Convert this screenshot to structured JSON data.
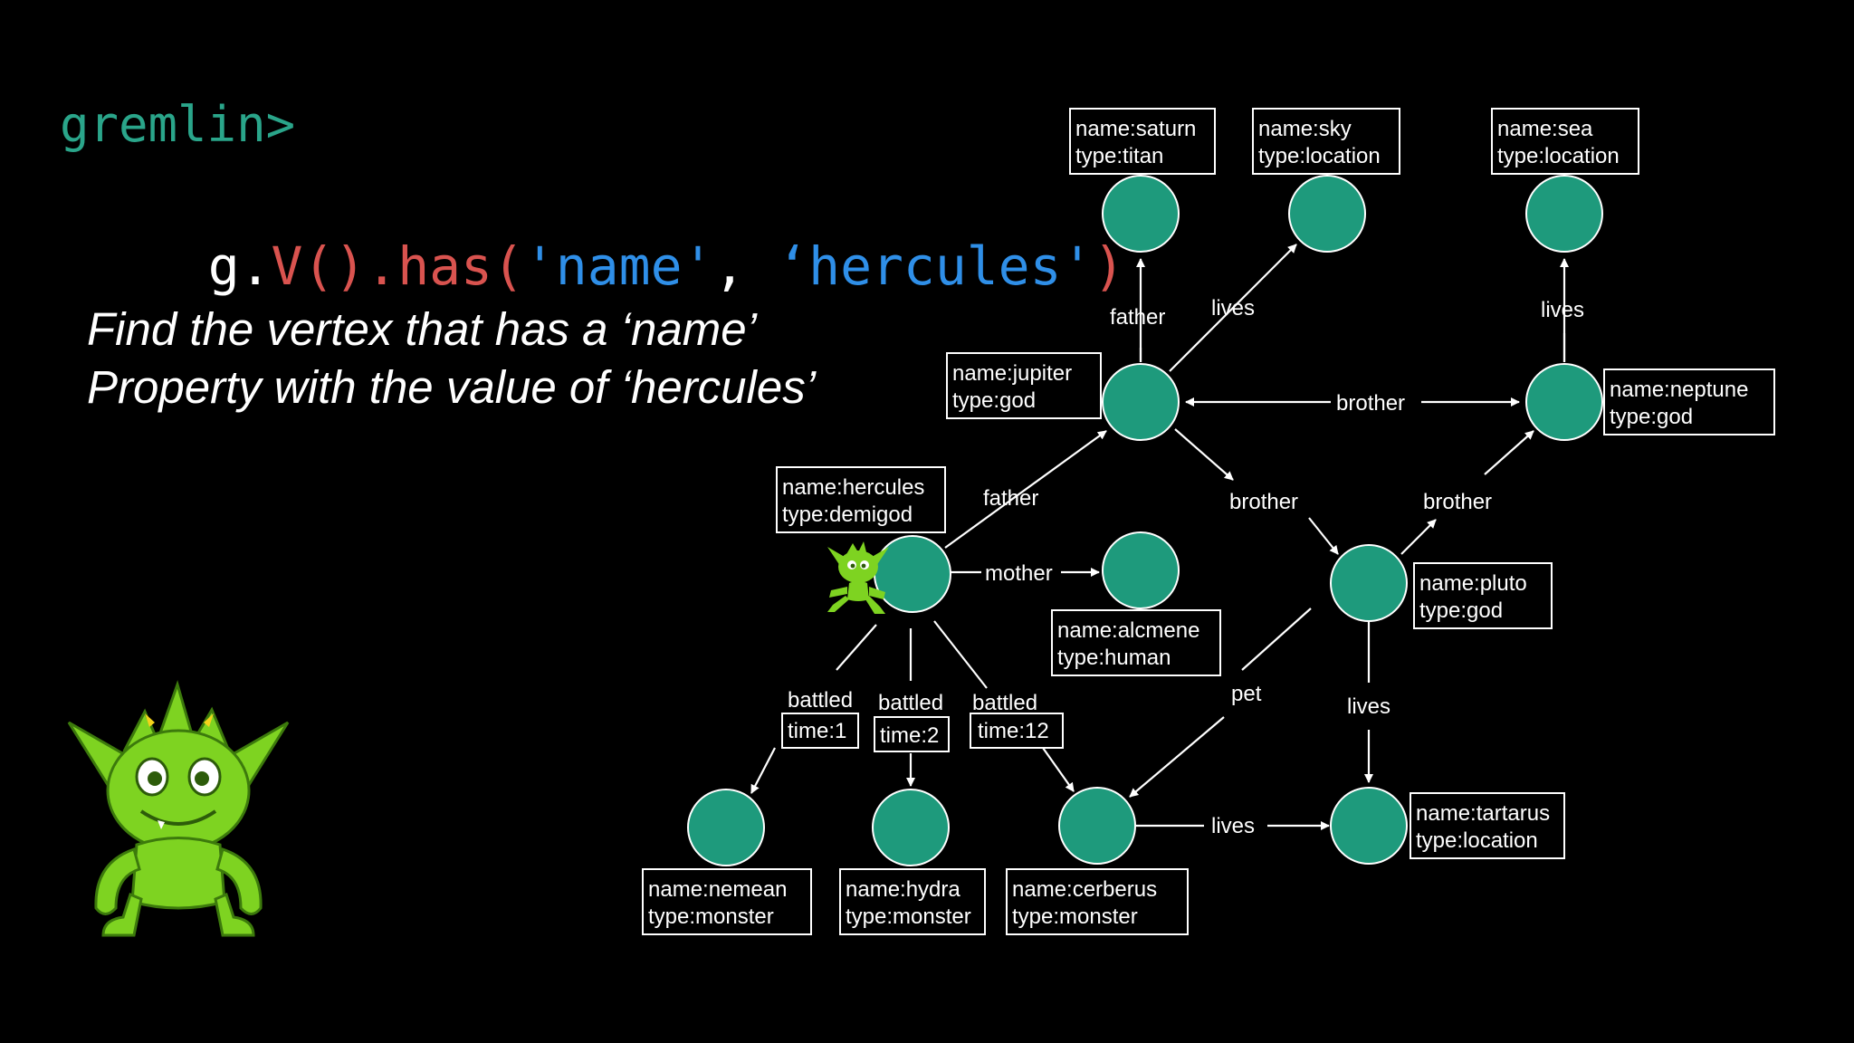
{
  "console": {
    "prompt": "gremlin>",
    "query_parts": [
      {
        "text": "g.",
        "color": "#ffffff"
      },
      {
        "text": "V().has(",
        "color": "#d9534f"
      },
      {
        "text": "'name'",
        "color": "#2f8fe8"
      },
      {
        "text": ", ",
        "color": "#ffffff"
      },
      {
        "text": "‘hercules'",
        "color": "#2f8fe8"
      },
      {
        "text": ")",
        "color": "#d9534f"
      }
    ]
  },
  "description": {
    "line1": "Find the vertex that has a ‘name’",
    "line2": "Property with the value of ‘hercules’"
  },
  "colors": {
    "background": "#000000",
    "vertex": "#1e9a7c",
    "prompt": "#2aa58a",
    "mascot": "#7ed321"
  },
  "mascot_icons": [
    "gremlin-mascot-icon",
    "gremlin-small-icon"
  ],
  "graph": {
    "vertices": [
      {
        "id": "saturn",
        "name": "name:saturn",
        "type": "type:titan"
      },
      {
        "id": "sky",
        "name": "name:sky",
        "type": "type:location"
      },
      {
        "id": "sea",
        "name": "name:sea",
        "type": "type:location"
      },
      {
        "id": "jupiter",
        "name": "name:jupiter",
        "type": "type:god"
      },
      {
        "id": "neptune",
        "name": "name:neptune",
        "type": "type:god"
      },
      {
        "id": "hercules",
        "name": "name:hercules",
        "type": "type:demigod"
      },
      {
        "id": "alcmene",
        "name": "name:alcmene",
        "type": "type:human"
      },
      {
        "id": "pluto",
        "name": "name:pluto",
        "type": "type:god"
      },
      {
        "id": "nemean",
        "name": "name:nemean",
        "type": "type:monster"
      },
      {
        "id": "hydra",
        "name": "name:hydra",
        "type": "type:monster"
      },
      {
        "id": "cerberus",
        "name": "name:cerberus",
        "type": "type:monster"
      },
      {
        "id": "tartarus",
        "name": "name:tartarus",
        "type": "type:location"
      }
    ],
    "edges": [
      {
        "from": "jupiter",
        "to": "saturn",
        "label": "father"
      },
      {
        "from": "jupiter",
        "to": "sky",
        "label": "lives"
      },
      {
        "from": "neptune",
        "to": "sea",
        "label": "lives"
      },
      {
        "from": "jupiter",
        "to": "neptune",
        "label": "brother"
      },
      {
        "from": "hercules",
        "to": "jupiter",
        "label": "father"
      },
      {
        "from": "hercules",
        "to": "alcmene",
        "label": "mother"
      },
      {
        "from": "jupiter",
        "to": "pluto",
        "label": "brother"
      },
      {
        "from": "pluto",
        "to": "neptune",
        "label": "brother"
      },
      {
        "from": "hercules",
        "to": "nemean",
        "label": "battled",
        "prop": "time:1"
      },
      {
        "from": "hercules",
        "to": "hydra",
        "label": "battled",
        "prop": "time:2"
      },
      {
        "from": "hercules",
        "to": "cerberus",
        "label": "battled",
        "prop": "time:12"
      },
      {
        "from": "pluto",
        "to": "cerberus",
        "label": "pet"
      },
      {
        "from": "pluto",
        "to": "tartarus",
        "label": "lives"
      },
      {
        "from": "cerberus",
        "to": "tartarus",
        "label": "lives"
      }
    ]
  }
}
